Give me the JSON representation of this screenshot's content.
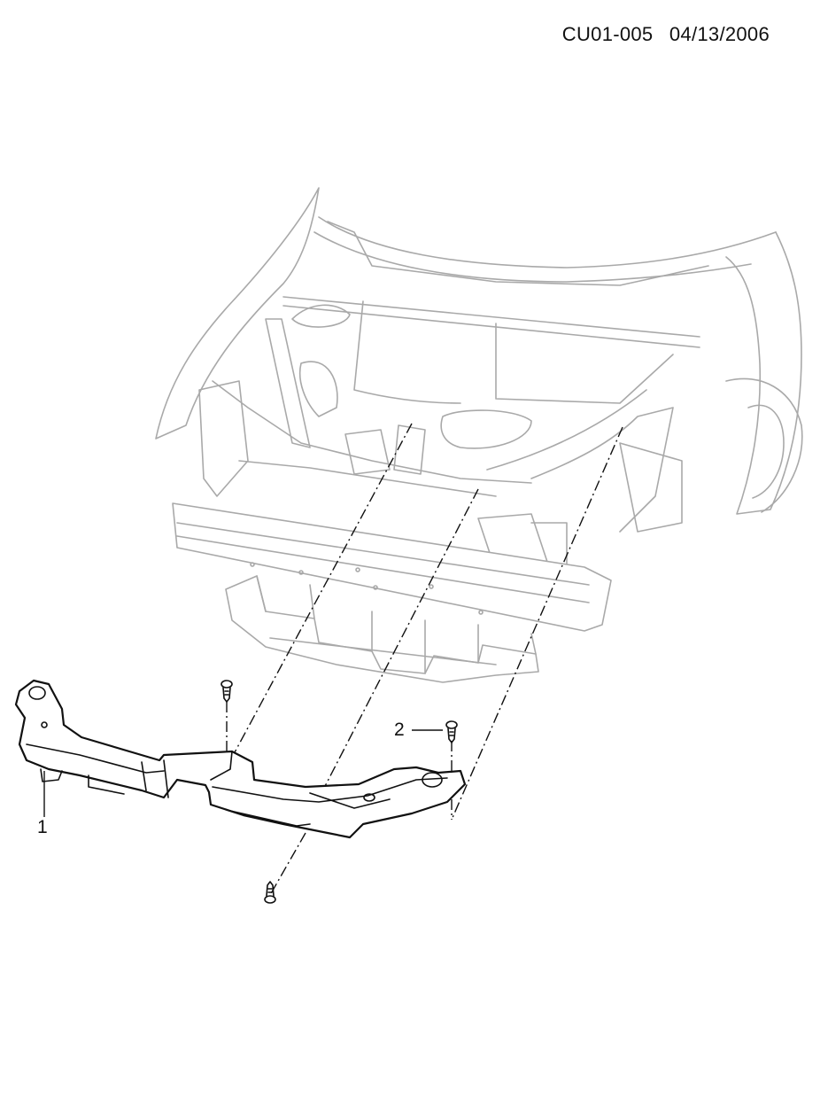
{
  "header": {
    "drawing_number": "CU01-005",
    "date": "04/13/2006"
  },
  "callouts": [
    {
      "label": "1",
      "part": "front-bumper-support-bracket"
    },
    {
      "label": "2",
      "part": "push-pin-fastener"
    }
  ]
}
